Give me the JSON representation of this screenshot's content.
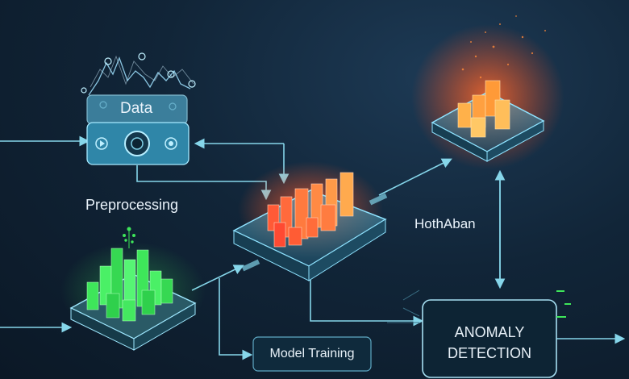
{
  "labels": {
    "data": "Data",
    "preprocessing": "Preprocessing",
    "hoth": "HothAban",
    "model_training": "Model Training",
    "anomaly_line1": "ANOMALY",
    "anomaly_line2": "DETECTION"
  },
  "colors": {
    "background": "#112538",
    "cyan_line": "#7fd0e6",
    "red_bars": "#ff5a36",
    "orange_bars": "#ffb14a",
    "green_bars": "#3ee65a",
    "panel_edge": "#8fe3ff"
  }
}
